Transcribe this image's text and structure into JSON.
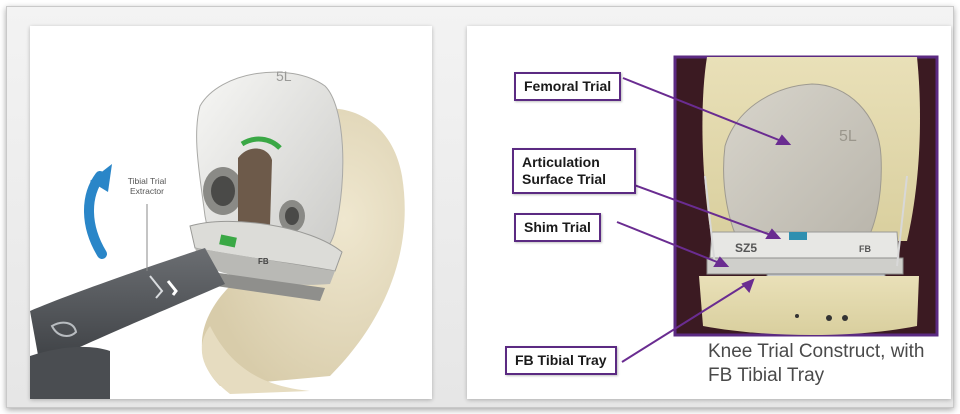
{
  "left_figure": {
    "label": "Tibial Trial Extractor",
    "implant_size_mark": "5L",
    "insert_mark": "FB"
  },
  "right_figure": {
    "callouts": {
      "femoral_trial": "Femoral Trial",
      "articulation_surface_trial": "Articulation Surface Trial",
      "shim_trial": "Shim Trial",
      "fb_tibial_tray": "FB Tibial Tray"
    },
    "photo_marks": {
      "femoral_size": "5L",
      "insert_size": "SZ5",
      "insert_type": "FB"
    },
    "caption": "Knee Trial Construct, with FB Tibial Tray"
  },
  "colors": {
    "callout_border": "#5b2a82",
    "leader_line": "#6a2c91",
    "arrow": "#2a86c8",
    "indicator_green": "#3aa845"
  }
}
